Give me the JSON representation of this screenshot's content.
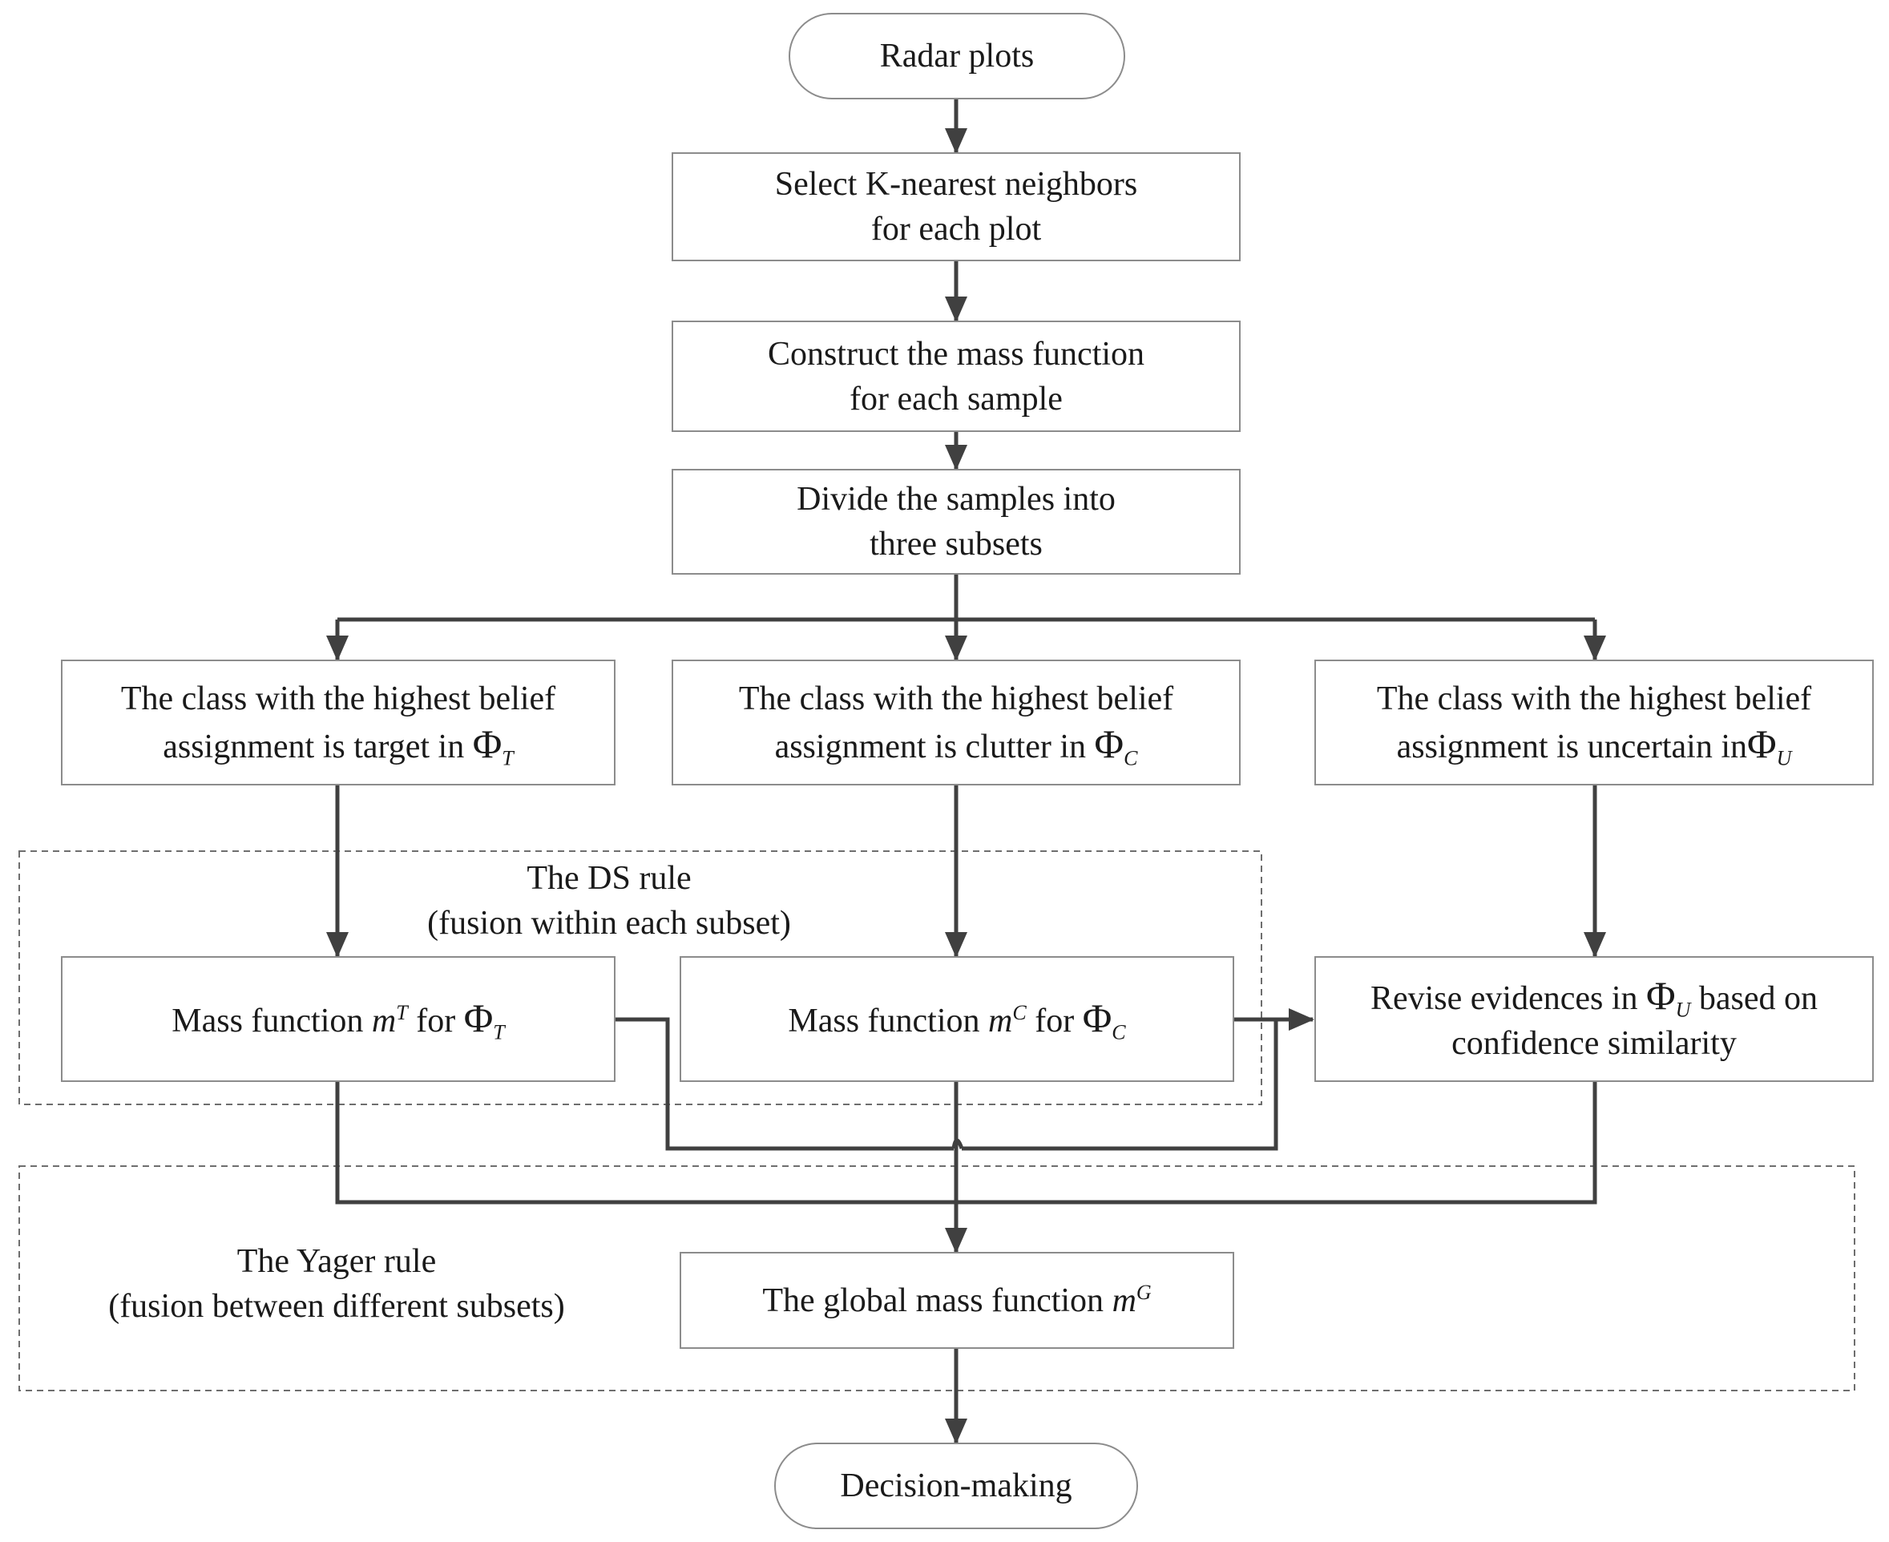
{
  "nodes": {
    "start": "Radar plots",
    "select": [
      "Select K-nearest neighbors",
      "for each plot"
    ],
    "construct": [
      "Construct the mass function",
      "for each sample"
    ],
    "divide": [
      "Divide the samples into",
      "three subsets"
    ],
    "class_target": {
      "line1": "The class with the highest belief",
      "line2": "assignment is target in",
      "symbol": "Φ",
      "sub": "T"
    },
    "class_clutter": {
      "line1": "The class with the highest belief",
      "line2": "assignment is clutter  in",
      "symbol": "Φ",
      "sub": "C"
    },
    "class_uncertain": {
      "line1": "The class with the highest belief",
      "line2": "assignment is uncertain in",
      "symbol": "Φ",
      "sub": "U"
    },
    "mass_target": {
      "prefix": "Mass function",
      "m": "m",
      "sup": "T",
      "mid": "for",
      "symbol": "Φ",
      "sub": "T"
    },
    "mass_clutter": {
      "prefix": "Mass function",
      "m": "m",
      "sup": "C",
      "mid": "for",
      "symbol": "Φ",
      "sub": "C"
    },
    "revise": {
      "prefix": "Revise evidences in",
      "symbol": "Φ",
      "sub": "U",
      "suffix": "based on",
      "line2": "confidence similarity"
    },
    "global": {
      "prefix": "The global mass function",
      "m": "m",
      "sup": "G"
    },
    "end": "Decision-making"
  },
  "groups": {
    "ds_rule": [
      "The DS rule",
      "(fusion within each subset)"
    ],
    "yager_rule": [
      "The Yager rule",
      "(fusion between different subsets)"
    ]
  },
  "colors": {
    "line": "#404040",
    "border": "#8c8c8c",
    "dashed": "#6e6e6e"
  }
}
